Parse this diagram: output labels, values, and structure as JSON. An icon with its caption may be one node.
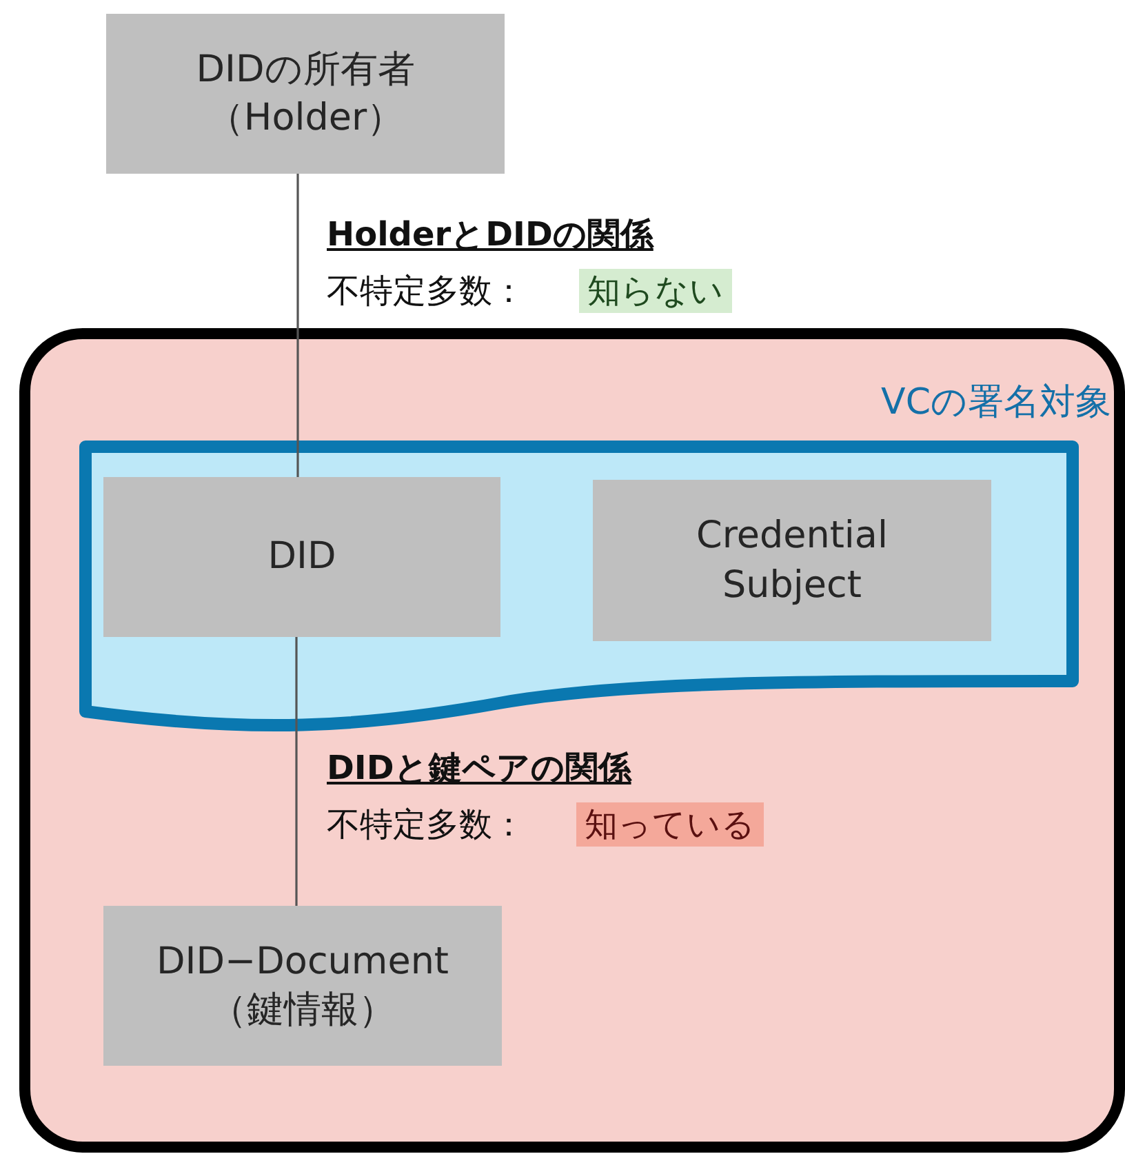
{
  "diagram": {
    "nodes": [
      {
        "text": [
          "DIDの所有者",
          "（Holder）"
        ]
      },
      {
        "text": [],
        "shape": "box"
      },
      {
        "text": [
          "VCの署名対象"
        ],
        "in": 1
      },
      {
        "text": [
          "DID"
        ],
        "in": 2
      },
      {
        "text": [
          "Credential Subject"
        ],
        "in": 2
      },
      {
        "text": [
          "DID−Document",
          "（鍵情報）"
        ],
        "in": 1
      }
    ],
    "edges": [
      {
        "from": 0,
        "to": 3,
        "arrow": "none"
      },
      {
        "from": 3,
        "to": 5,
        "arrow": "none"
      }
    ],
    "labels": [
      "HolderとDIDの関係",
      "不特定多数：",
      "知らない",
      "DIDと鍵ペアの関係",
      "不特定多数：",
      "知っている"
    ]
  }
}
